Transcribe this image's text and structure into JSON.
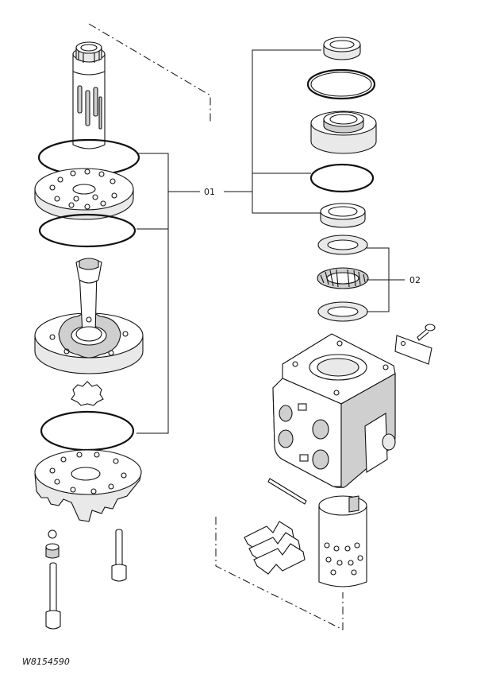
{
  "callouts": {
    "group_01": "01",
    "group_02": "02"
  },
  "figure_code": "W8154590"
}
